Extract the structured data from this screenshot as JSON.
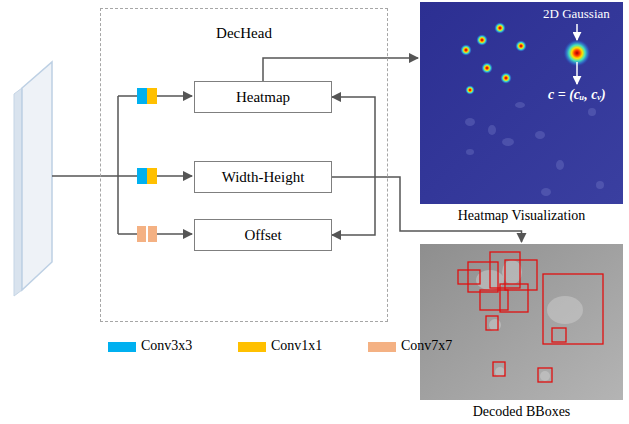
{
  "diagram": {
    "nodes": [
      {
        "text": [
          "DecHead"
        ]
      },
      {
        "text": [
          "Heatmap"
        ],
        "in": 0
      },
      {
        "text": [
          "Width-Height"
        ],
        "in": 0
      },
      {
        "text": [
          "Offset"
        ],
        "in": 0
      },
      {
        "text": [
          "Heatmap Visualization"
        ]
      },
      {
        "text": [
          "Decoded BBoxes"
        ]
      }
    ],
    "edges": [
      {
        "from": 1,
        "to": 4,
        "arrow": "to"
      },
      {
        "from": 2,
        "to": 5,
        "arrow": "to"
      },
      {
        "from": 3,
        "to": 1,
        "arrow": "both"
      }
    ],
    "labels": [
      "2D Gaussian",
      "c = (cᵤ, cᵥ)"
    ],
    "legend": [
      {
        "text": "Conv3x3",
        "color": "#00b0f0"
      },
      {
        "text": "Conv1x1",
        "color": "#ffc000"
      },
      {
        "text": "Conv7x7",
        "color": "#f4b183"
      }
    ]
  }
}
